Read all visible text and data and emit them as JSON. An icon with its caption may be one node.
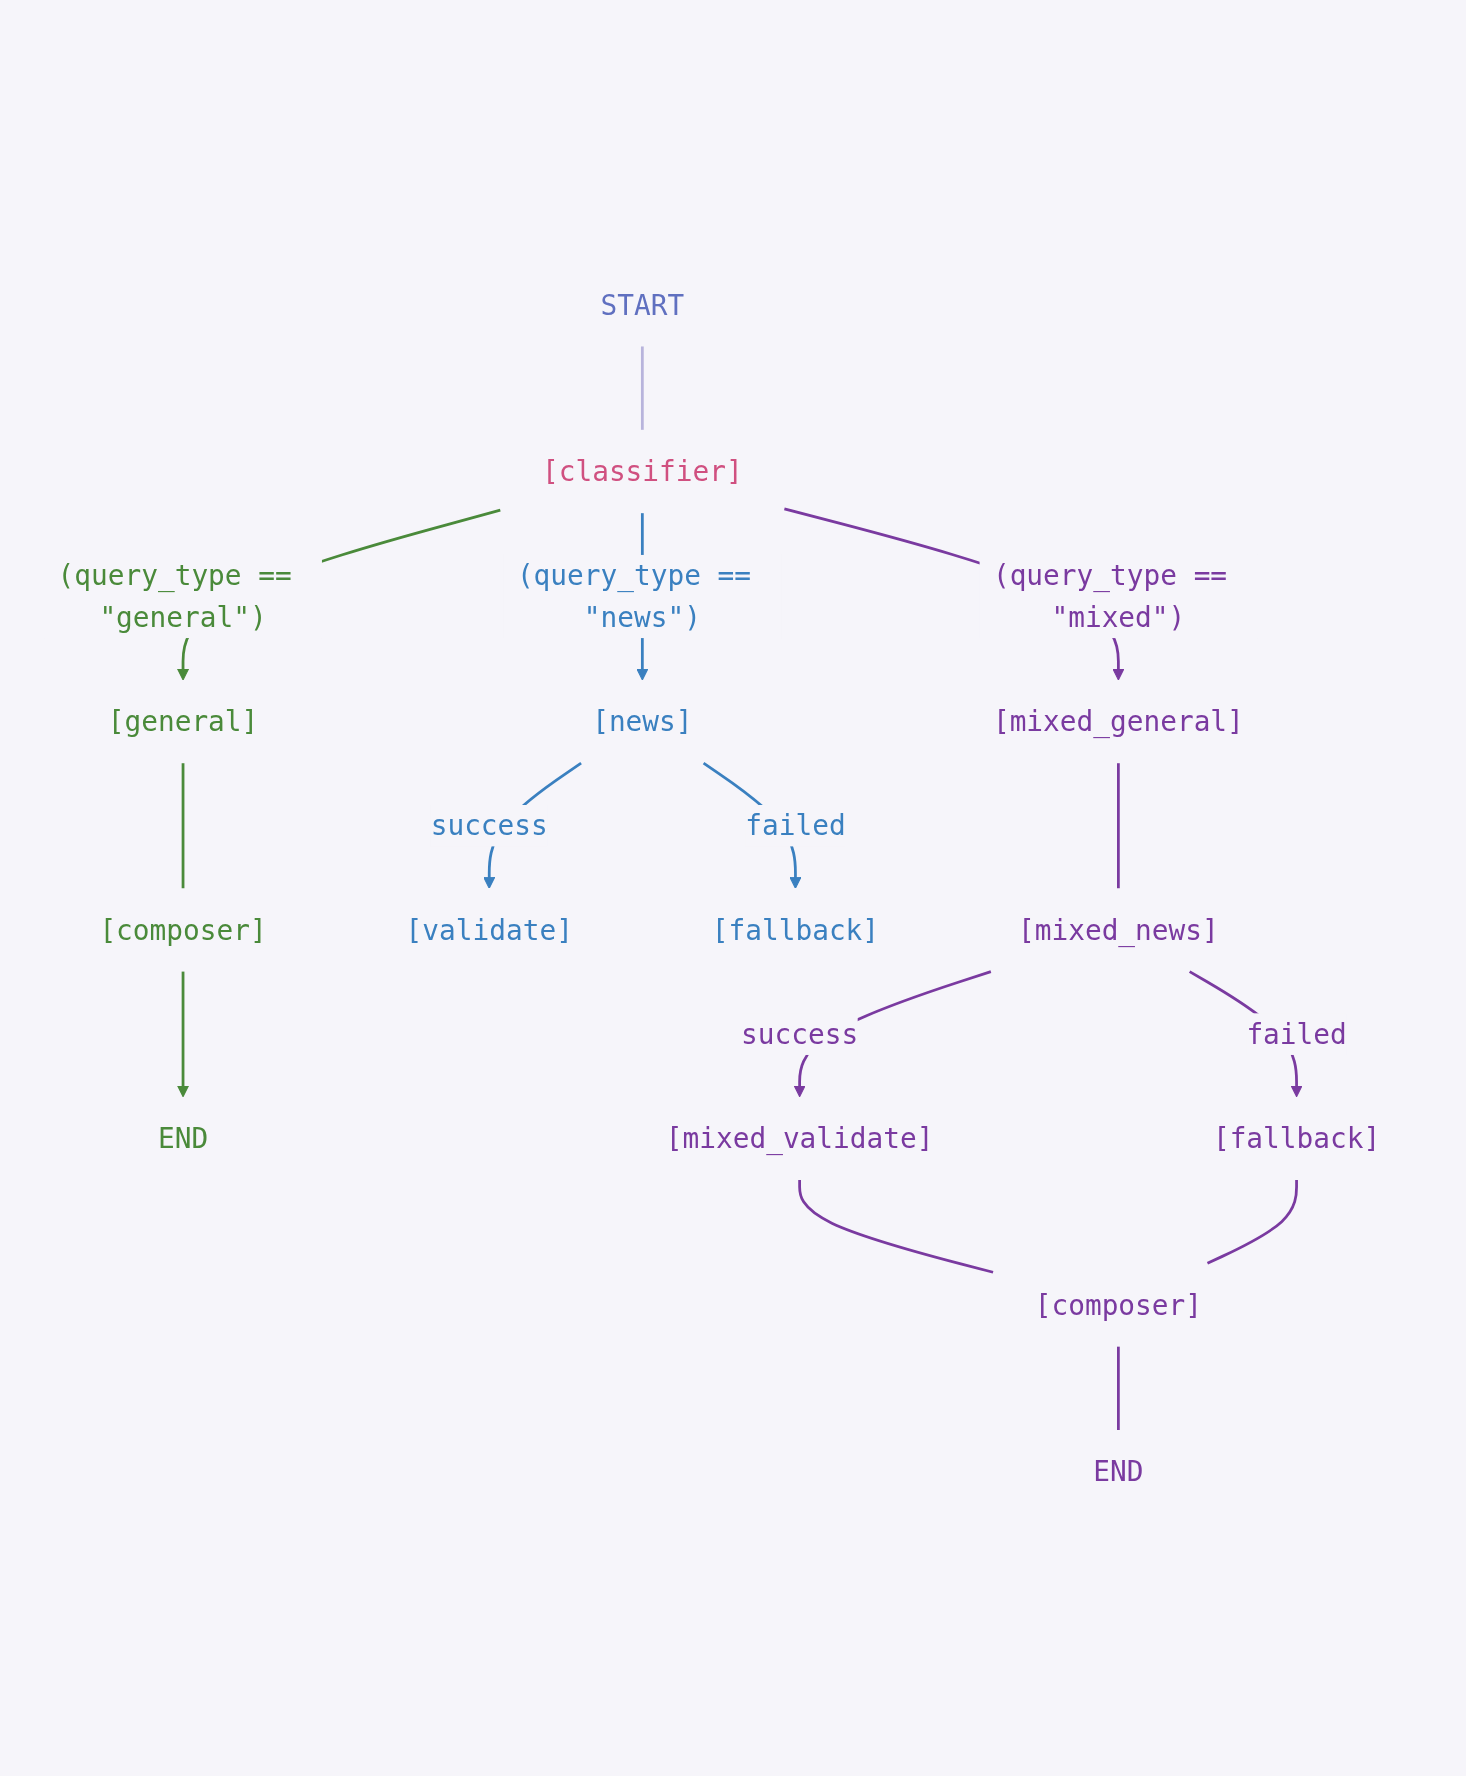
{
  "diagram": {
    "nodes": [
      {
        "text": [
          "START"
        ]
      },
      {
        "text": [
          "[classifier]"
        ]
      },
      {
        "text": [
          "[general]"
        ]
      },
      {
        "text": [
          "[composer]"
        ]
      },
      {
        "text": [
          "END"
        ]
      },
      {
        "text": [
          "[news]"
        ]
      },
      {
        "text": [
          "[validate]"
        ]
      },
      {
        "text": [
          "[fallback]"
        ]
      },
      {
        "text": [
          "[mixed_general]"
        ]
      },
      {
        "text": [
          "[mixed_news]"
        ]
      },
      {
        "text": [
          "[mixed_validate]"
        ]
      },
      {
        "text": [
          "[fallback]"
        ]
      },
      {
        "text": [
          "[composer]"
        ]
      },
      {
        "text": [
          "END"
        ]
      }
    ],
    "edges": [
      {
        "from": 0,
        "to": 1,
        "arrow": "none",
        "color": "#b8b4dc"
      },
      {
        "from": 1,
        "to": 2,
        "arrow": "to",
        "label": "(query_type == \"general\")",
        "color": "#4a8a3a"
      },
      {
        "from": 2,
        "to": 3,
        "arrow": "none",
        "color": "#4a8a3a"
      },
      {
        "from": 3,
        "to": 4,
        "arrow": "to",
        "color": "#4a8a3a"
      },
      {
        "from": 1,
        "to": 5,
        "arrow": "to",
        "label": "(query_type == \"news\")",
        "color": "#3a80c0"
      },
      {
        "from": 5,
        "to": 6,
        "arrow": "to",
        "label": "success",
        "color": "#3a80c0"
      },
      {
        "from": 5,
        "to": 7,
        "arrow": "to",
        "label": "failed",
        "color": "#3a80c0"
      },
      {
        "from": 1,
        "to": 8,
        "arrow": "to",
        "label": "(query_type == \"mixed\")"
      },
      {
        "from": 8,
        "to": 9,
        "arrow": "none"
      },
      {
        "from": 9,
        "to": 10,
        "arrow": "to",
        "label": "success"
      },
      {
        "from": 9,
        "to": 11,
        "arrow": "to",
        "label": "failed"
      },
      {
        "from": 10,
        "to": 12,
        "arrow": "none"
      },
      {
        "from": 11,
        "to": 12,
        "arrow": "none"
      },
      {
        "from": 12,
        "to": 13,
        "arrow": "none"
      }
    ]
  }
}
